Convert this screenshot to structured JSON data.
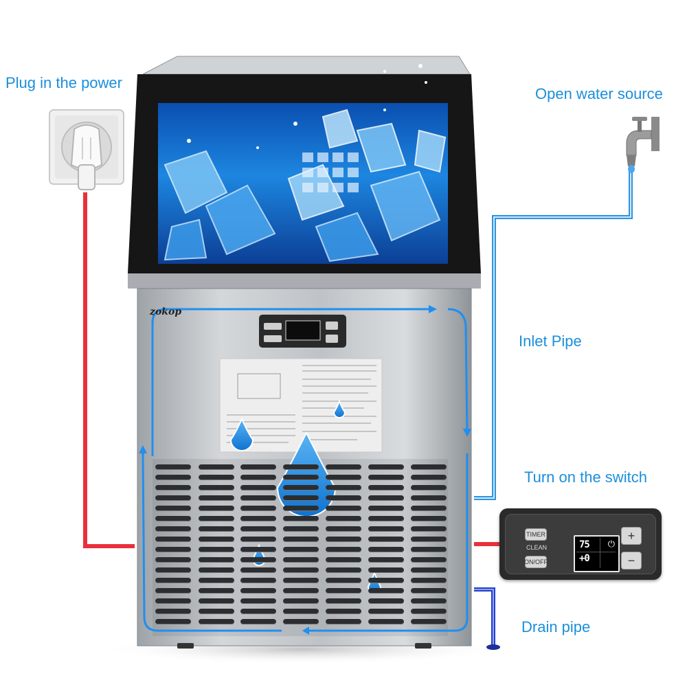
{
  "labels": {
    "plug": "Plug in the power",
    "water": "Open water source",
    "inlet": "Inlet Pipe",
    "switch": "Turn on the switch",
    "drain": "Drain pipe"
  },
  "brand": "zokop",
  "panel": {
    "timer": "TIMER",
    "clean": "CLEAN",
    "onoff": "ON/OFF",
    "line1": "75",
    "line2": "+0",
    "plus": "+",
    "minus": "−"
  },
  "colors": {
    "label_text": "#1a8fdc",
    "power_cable": "#e8303c",
    "water_pipe": "#2f93e0",
    "drain_pipe": "#2540c8",
    "steel": "#b8bcc0"
  },
  "icons": [
    "power-plug-icon",
    "water-tap-icon",
    "water-drop-icon",
    "power-icon"
  ]
}
